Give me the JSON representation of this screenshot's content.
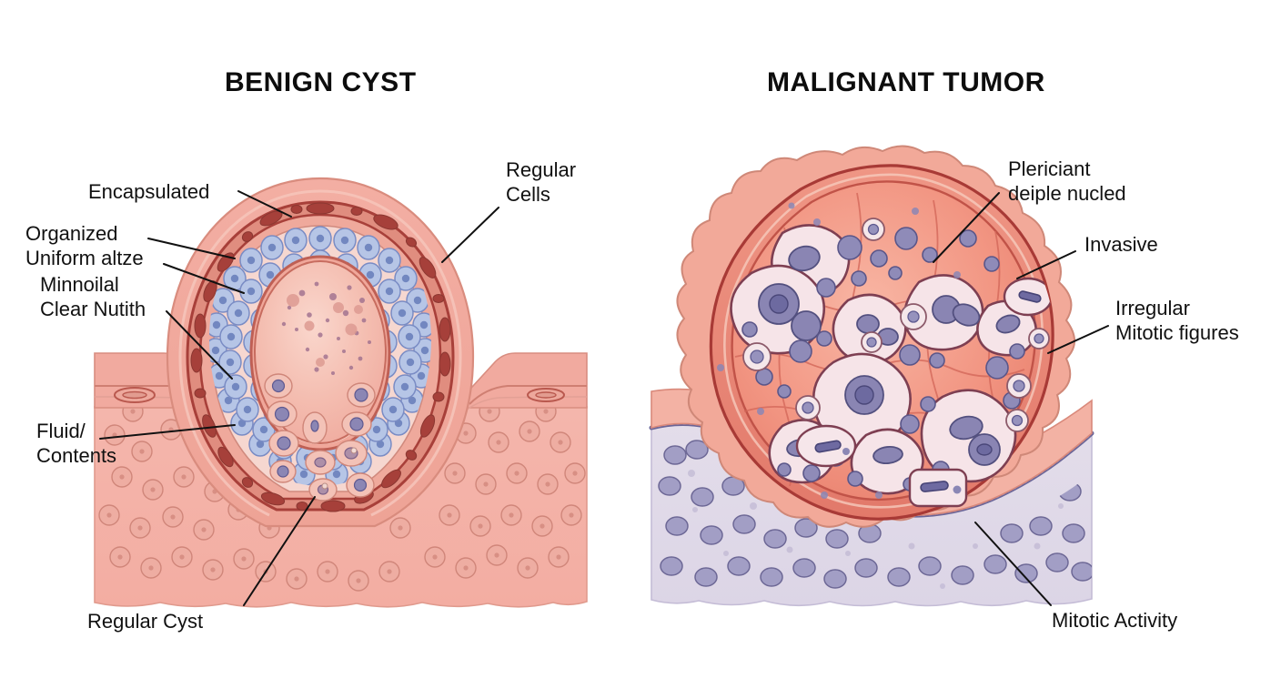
{
  "figure": {
    "kind": "medical-illustration",
    "comparison": "histology cross-section comparison of a benign cyst versus a malignant tumor"
  },
  "panels": {
    "benign": {
      "title": "BENIGN CYST",
      "labels": {
        "encapsulated": "Encapsulated",
        "organized": "Organized",
        "uniform": "Uniform altze",
        "minnoilal": "Minnoilal",
        "clear_nutith": "Clear Nutith",
        "regular_cells": "Regular\nCells",
        "fluid_contents": "Fluid/\nContents",
        "regular_cyst": "Regular Cyst"
      }
    },
    "malignant": {
      "title": "MALIGNANT TUMOR",
      "labels": {
        "plericiant": "Plericiant\ndeiple nucled",
        "invasive": "Invasive",
        "irregular": "Irregular\nMitotic figures",
        "mitotic_activity": "Mitotic Activity"
      }
    }
  },
  "colors": {
    "background": "#ffffff",
    "text": "#111111",
    "leader_line": "#111111",
    "tissue_pink": "#f2aca2",
    "tissue_pink_light": "#f6c3ba",
    "tissue_pink_pale": "#f8d3cb",
    "capsule_dark_red": "#b4453f",
    "capsule_mid_red": "#d06a60",
    "cyst_cell_blue": "#aebfe4",
    "cyst_cell_blue_dark": "#6f86c0",
    "cyst_lumen_pink": "#f3b3a8",
    "tumor_red": "#ee8573",
    "tumor_red_deep": "#c94f45",
    "tumor_cell_purple": "#8d8ab5",
    "tumor_cell_purple_dark": "#5b5788",
    "stroma_lavender": "#ded9e8",
    "stroma_cell": "#9b97bf"
  }
}
